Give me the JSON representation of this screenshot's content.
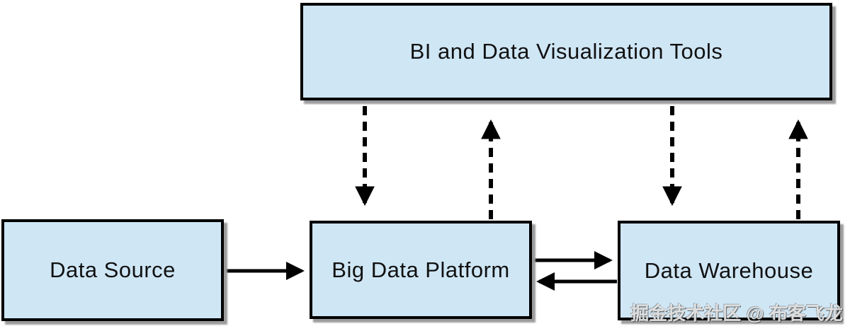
{
  "diagram": {
    "type": "flowchart",
    "background_color": "#ffffff",
    "node_fill_color": "#cfe6f5",
    "node_border_color": "#000000",
    "shadow_color": "#9c9c9c",
    "arrow_color": "#000000",
    "nodes": {
      "bi_tools": {
        "label": "BI and Data Visualization Tools"
      },
      "data_source": {
        "label": "Data Source"
      },
      "big_data_platform": {
        "label": "Big Data Platform"
      },
      "data_warehouse": {
        "label": "Data Warehouse"
      }
    },
    "edges": [
      {
        "from": "data_source",
        "to": "big_data_platform",
        "style": "solid",
        "direction": "right"
      },
      {
        "from": "big_data_platform",
        "to": "data_warehouse",
        "style": "solid",
        "direction": "right"
      },
      {
        "from": "data_warehouse",
        "to": "big_data_platform",
        "style": "solid",
        "direction": "left"
      },
      {
        "from": "bi_tools",
        "to": "big_data_platform",
        "style": "dashed",
        "direction": "down"
      },
      {
        "from": "big_data_platform",
        "to": "bi_tools",
        "style": "dashed",
        "direction": "up"
      },
      {
        "from": "bi_tools",
        "to": "data_warehouse",
        "style": "dashed",
        "direction": "down"
      },
      {
        "from": "data_warehouse",
        "to": "bi_tools",
        "style": "dashed",
        "direction": "up"
      }
    ],
    "watermark": {
      "text": "掘金技术社区 @ 布客飞龙"
    }
  }
}
